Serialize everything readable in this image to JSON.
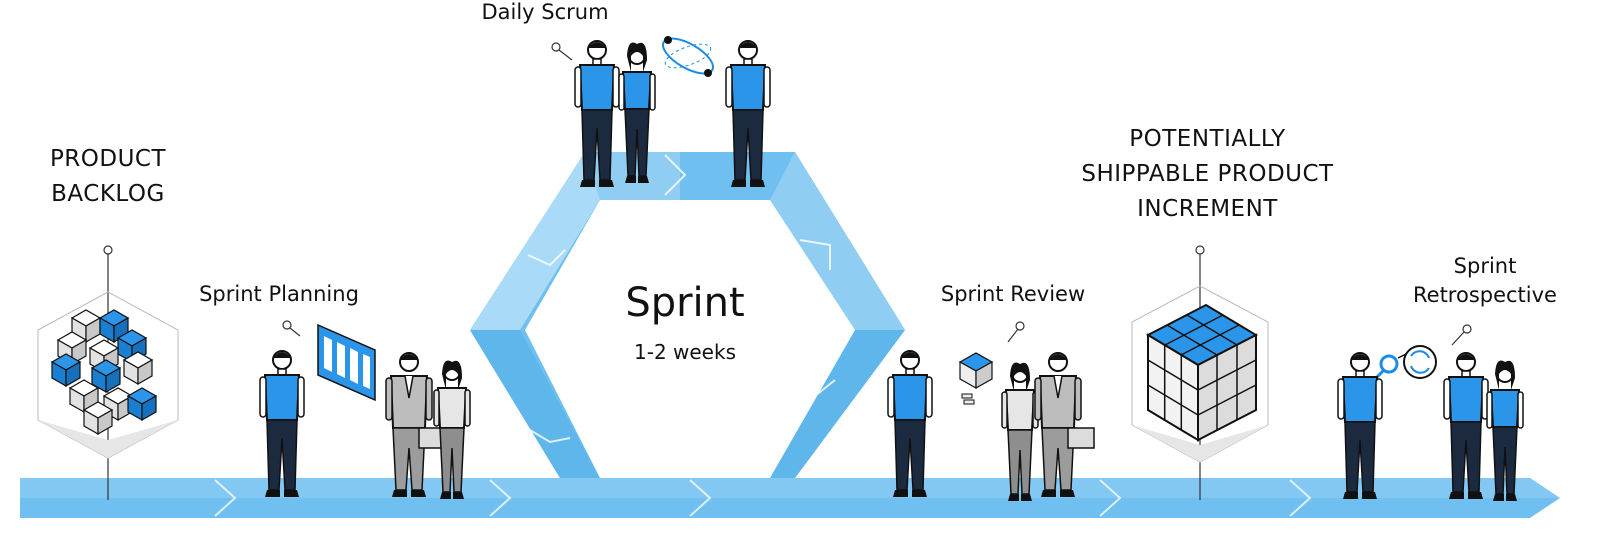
{
  "diagram": {
    "product_backlog": {
      "line1": "PRODUCT",
      "line2": "BACKLOG"
    },
    "sprint_planning": "Sprint Planning",
    "daily_scrum": "Daily Scrum",
    "sprint": {
      "title": "Sprint",
      "duration": "1-2 weeks"
    },
    "increment": {
      "line1": "POTENTIALLY",
      "line2": "SHIPPABLE PRODUCT",
      "line3": "INCREMENT"
    },
    "sprint_review": "Sprint Review",
    "sprint_retrospective": {
      "line1": "Sprint",
      "line2": "Retrospective"
    }
  },
  "colors": {
    "arrow_blue": "#6fc0f0",
    "arrow_light": "#a9daf7",
    "accent_blue": "#1a8ce8",
    "shirt_blue": "#2b95e9",
    "navy": "#1c2a40",
    "cube_gray": "#d8d8d8"
  },
  "icons": [
    "sprint-cycle-hexagon",
    "backlog-cube-icon",
    "increment-cube-icon",
    "task-board-icon",
    "orbit-icon",
    "magnifier-icon",
    "refresh-cycle-icon",
    "person-figure"
  ]
}
